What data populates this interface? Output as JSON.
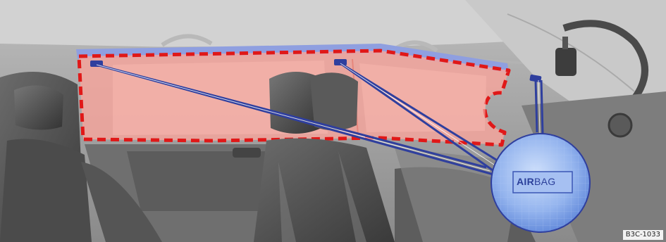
{
  "figure": {
    "reference_code": "B3C-1033",
    "callout": {
      "label_bold": "AIR",
      "label_regular": "BAG"
    }
  },
  "colors": {
    "airbag_zone_fill": "#f3a49c",
    "airbag_zone_outline": "#e01818",
    "marker_blue": "#2f3f9e",
    "headliner_strip": "#8f9fe0",
    "lens_fill": "#8fb1ec",
    "interior_gray": "#9a9a9a"
  },
  "icons": [
    "curtain-airbag-zone",
    "airbag-module-marker",
    "magnifier-callout"
  ]
}
